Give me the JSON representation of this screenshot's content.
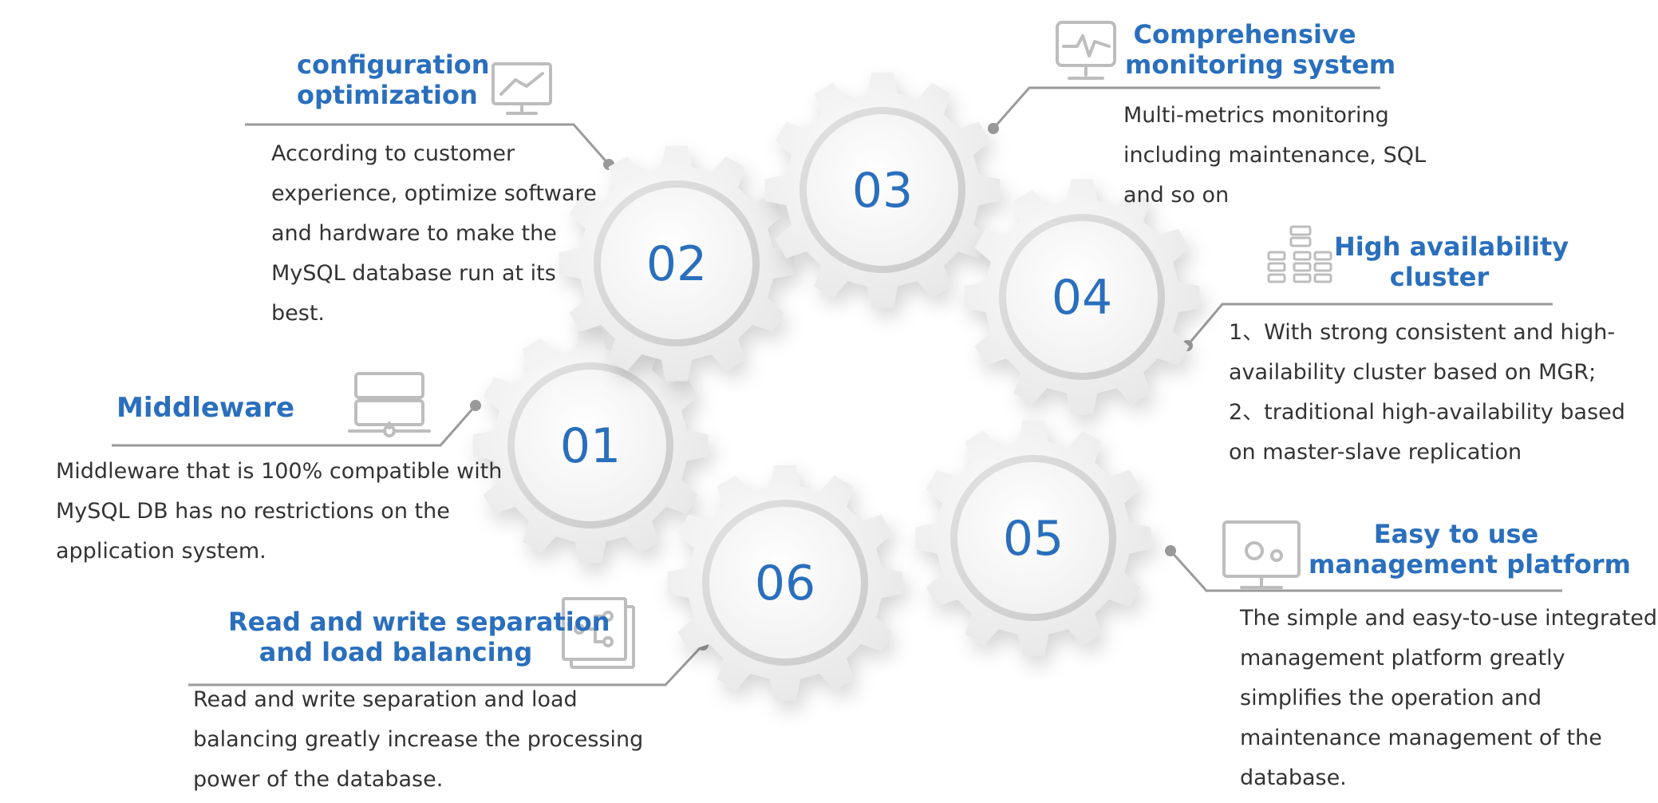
{
  "gears": [
    {
      "id": "01",
      "label": "01"
    },
    {
      "id": "02",
      "label": "02"
    },
    {
      "id": "03",
      "label": "03"
    },
    {
      "id": "04",
      "label": "04"
    },
    {
      "id": "05",
      "label": "05"
    },
    {
      "id": "06",
      "label": "06"
    }
  ],
  "items": {
    "configuration": {
      "title": [
        "configuration",
        "optimization"
      ],
      "desc": [
        "According to customer",
        "experience, optimize software",
        "and hardware to make the",
        "MySQL database run at its",
        "best."
      ],
      "icon": "chart-monitor-icon"
    },
    "monitoring": {
      "title": [
        "Comprehensive",
        "monitoring system"
      ],
      "desc": [
        "Multi-metrics monitoring",
        "including maintenance, SQL",
        "and so on"
      ],
      "icon": "heartbeat-monitor-icon"
    },
    "high_availability": {
      "title": [
        "High availability",
        "cluster"
      ],
      "desc": [
        "1、With strong consistent and high-",
        "availability cluster based on MGR;",
        "2、traditional high-availability based",
        "on master-slave replication"
      ],
      "icon": "server-cluster-icon"
    },
    "middleware": {
      "title": [
        "Middleware"
      ],
      "desc": [
        "Middleware that is 100% compatible with",
        "MySQL DB has no restrictions on the",
        "application system."
      ],
      "icon": "server-network-icon"
    },
    "management": {
      "title": [
        "Easy to use",
        "management platform"
      ],
      "desc": [
        "The simple and easy-to-use integrated",
        "management platform greatly",
        "simplifies the operation and",
        "maintenance management of the",
        "database."
      ],
      "icon": "gears-monitor-icon"
    },
    "rw_separation": {
      "title": [
        "Read and write separation",
        "and load balancing"
      ],
      "desc": [
        "Read and write separation and load",
        "balancing greatly increase the processing",
        "power of the database."
      ],
      "icon": "flow-documents-icon"
    }
  },
  "colors": {
    "accent": "#2a6fbd",
    "text": "#333333",
    "line": "#9a9a9a",
    "gear": "#f2f2f2",
    "icon": "#bdbdbd"
  }
}
